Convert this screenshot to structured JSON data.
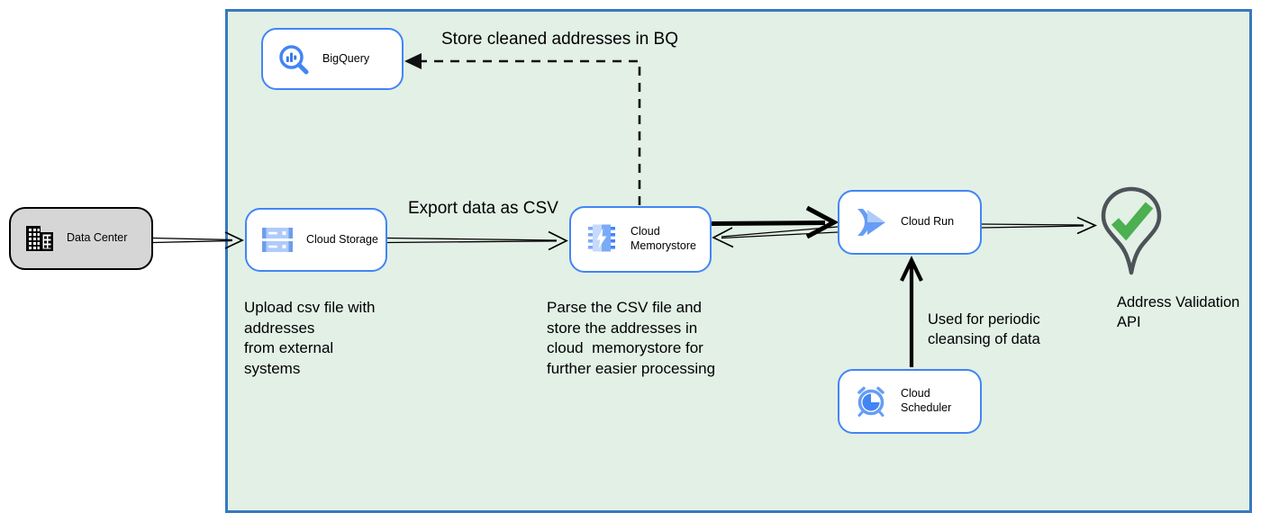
{
  "diagram": {
    "nodes": {
      "data_center": {
        "label": "Data Center"
      },
      "bigquery": {
        "label": "BigQuery"
      },
      "cloud_storage": {
        "label": "Cloud Storage"
      },
      "cloud_memorystore": {
        "label": "Cloud Memorystore"
      },
      "cloud_run": {
        "label": "Cloud Run"
      },
      "cloud_scheduler": {
        "label": "Cloud Scheduler"
      },
      "address_validation_api": {
        "label": "Address Validation\nAPI"
      }
    },
    "edge_labels": {
      "store_bq": "Store cleaned addresses in BQ",
      "export_csv": "Export data as CSV",
      "periodic": "Used for periodic\ncleansing of data"
    },
    "notes": {
      "upload": "Upload csv file with\naddresses\nfrom external\nsystems",
      "parse": "Parse the CSV file and\nstore the addresses in\ncloud  memorystore for\nfurther easier processing"
    },
    "colors": {
      "container_fill": "#e2f0e6",
      "container_border": "#3779bd",
      "node_border_blue": "#4285f4",
      "datacenter_fill": "#d6d6d6",
      "check_green": "#4caf50",
      "pin_outline": "#4d5359",
      "icon_blue_light": "#aecbfa",
      "icon_blue_medium": "#669df6",
      "icon_blue_dark": "#4285f4"
    }
  }
}
